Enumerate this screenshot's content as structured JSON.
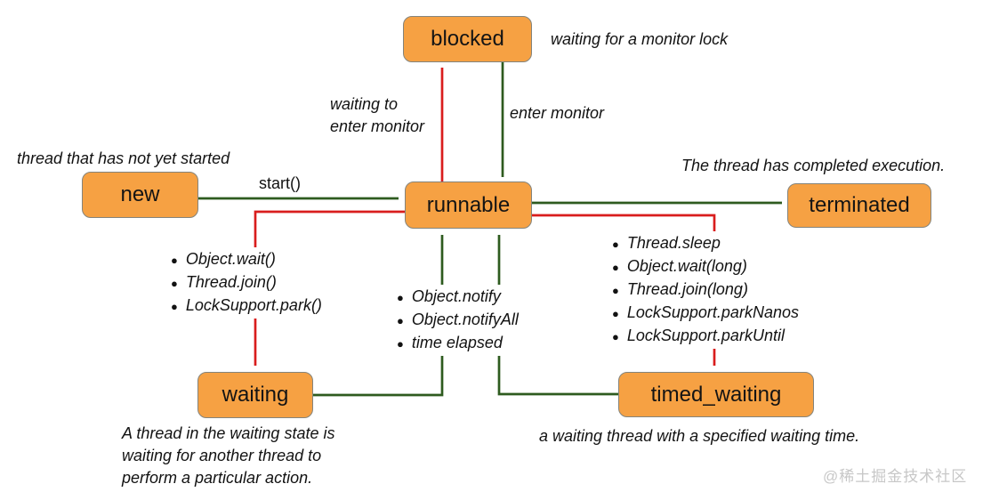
{
  "diagram": {
    "title_hint": "Java thread state transition diagram",
    "states": {
      "blocked": "blocked",
      "new": "new",
      "runnable": "runnable",
      "terminated": "terminated",
      "waiting": "waiting",
      "timed_waiting": "timed_waiting"
    },
    "annotations": {
      "monitor_lock": "waiting for a monitor lock",
      "waiting_to_enter": "waiting to\nenter monitor",
      "enter_monitor": "enter monitor",
      "not_started": "thread that has not yet started",
      "start_call": "start()",
      "completed": "The thread has completed execution.",
      "waiting_caption": "A thread in the waiting state is\nwaiting for another thread to\nperform a particular action.",
      "timed_caption": "a waiting thread with a specified waiting time."
    },
    "lists": {
      "to_waiting": [
        "Object.wait()",
        "Thread.join()",
        "LockSupport.park()"
      ],
      "to_runnable": [
        "Object.notify",
        "Object.notifyAll",
        "time elapsed"
      ],
      "to_timed_waiting": [
        "Thread.sleep",
        "Object.wait(long)",
        "Thread.join(long)",
        "LockSupport.parkNanos",
        "LockSupport.parkUntil"
      ]
    },
    "colors": {
      "state_fill": "#F6A143",
      "state_border": "#84847C",
      "transition_green": "#2E5B1F",
      "transition_red": "#D91D1D"
    },
    "watermark": "@稀土掘金技术社区"
  }
}
